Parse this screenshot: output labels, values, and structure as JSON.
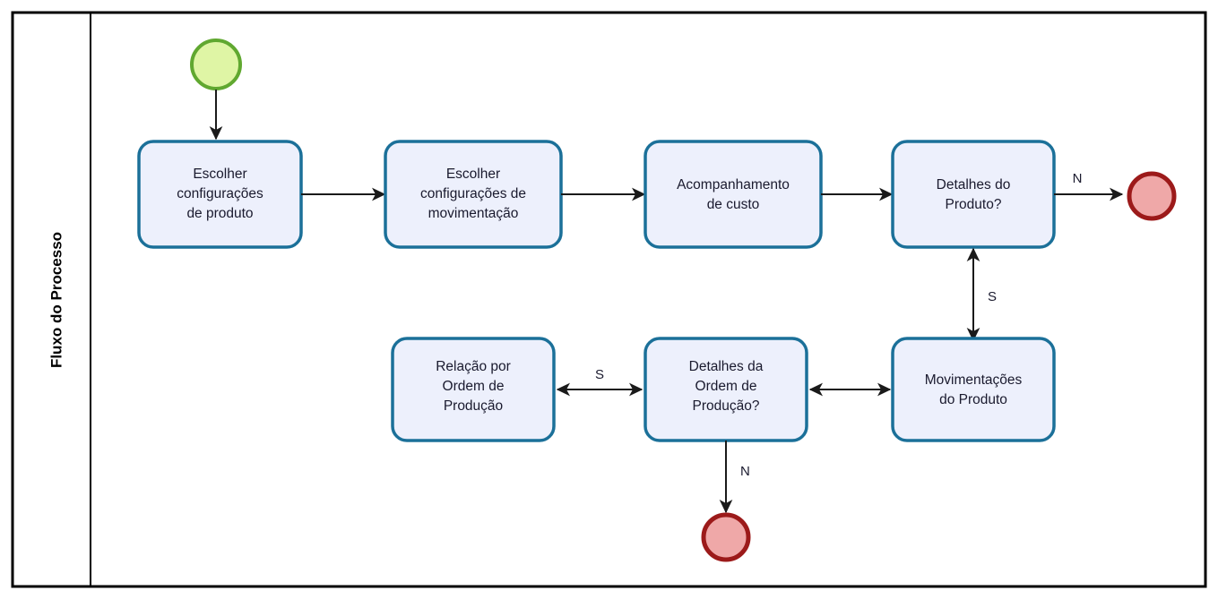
{
  "diagram": {
    "type": "bpmn-process-flow",
    "language": "pt-BR",
    "pool": {
      "lane_label": "Fluxo do Processo"
    },
    "colors": {
      "task_fill": "#EDF0FC",
      "task_stroke": "#1B7099",
      "start_event_fill": "#DFF5A5",
      "start_event_stroke": "#60A830",
      "end_event_fill": "#EFA8A8",
      "end_event_stroke": "#9C1A1A",
      "connector": "#1a1a1a",
      "frame": "#000000"
    },
    "events": [
      {
        "id": "start",
        "kind": "start-event",
        "label": ""
      },
      {
        "id": "end-top",
        "kind": "end-event",
        "label": ""
      },
      {
        "id": "end-bottom",
        "kind": "end-event",
        "label": ""
      }
    ],
    "tasks": [
      {
        "id": "t1",
        "lines": [
          "Escolher",
          "configurações",
          "de produto"
        ]
      },
      {
        "id": "t2",
        "lines": [
          "Escolher",
          "configurações de",
          "movimentação"
        ]
      },
      {
        "id": "t3",
        "lines": [
          "Acompanhamento",
          "de custo"
        ]
      },
      {
        "id": "t4",
        "lines": [
          "Detalhes do",
          "Produto?"
        ]
      },
      {
        "id": "t5",
        "lines": [
          "Relação por",
          "Ordem de",
          "Produção"
        ]
      },
      {
        "id": "t6",
        "lines": [
          "Detalhes da",
          "Ordem de",
          "Produção?"
        ]
      },
      {
        "id": "t7",
        "lines": [
          "Movimentações",
          "do Produto"
        ]
      }
    ],
    "task_text": {
      "t1_l1": "Escolher",
      "t1_l2": "configurações",
      "t1_l3": "de produto",
      "t2_l1": "Escolher",
      "t2_l2": "configurações de",
      "t2_l3": "movimentação",
      "t3_l1": "Acompanhamento",
      "t3_l2": "de custo",
      "t4_l1": "Detalhes do",
      "t4_l2": "Produto?",
      "t5_l1": "Relação por",
      "t5_l2": "Ordem de",
      "t5_l3": "Produção",
      "t6_l1": "Detalhes da",
      "t6_l2": "Ordem de",
      "t6_l3": "Produção?",
      "t7_l1": "Movimentações",
      "t7_l2": "do Produto"
    },
    "flow_labels": {
      "produto_no": "N",
      "produto_yes": "S",
      "ordem_yes": "S",
      "ordem_no": "N"
    },
    "connections": [
      {
        "from": "start",
        "to": "t1",
        "label": ""
      },
      {
        "from": "t1",
        "to": "t2",
        "label": ""
      },
      {
        "from": "t2",
        "to": "t3",
        "label": ""
      },
      {
        "from": "t3",
        "to": "t4",
        "label": ""
      },
      {
        "from": "t4",
        "to": "end-top",
        "label": "N"
      },
      {
        "from": "t4",
        "to": "t7",
        "label": "S",
        "bidirectional": true
      },
      {
        "from": "t7",
        "to": "t6",
        "label": "",
        "bidirectional": true
      },
      {
        "from": "t6",
        "to": "t5",
        "label": "S",
        "bidirectional": true
      },
      {
        "from": "t6",
        "to": "end-bottom",
        "label": "N"
      }
    ]
  }
}
